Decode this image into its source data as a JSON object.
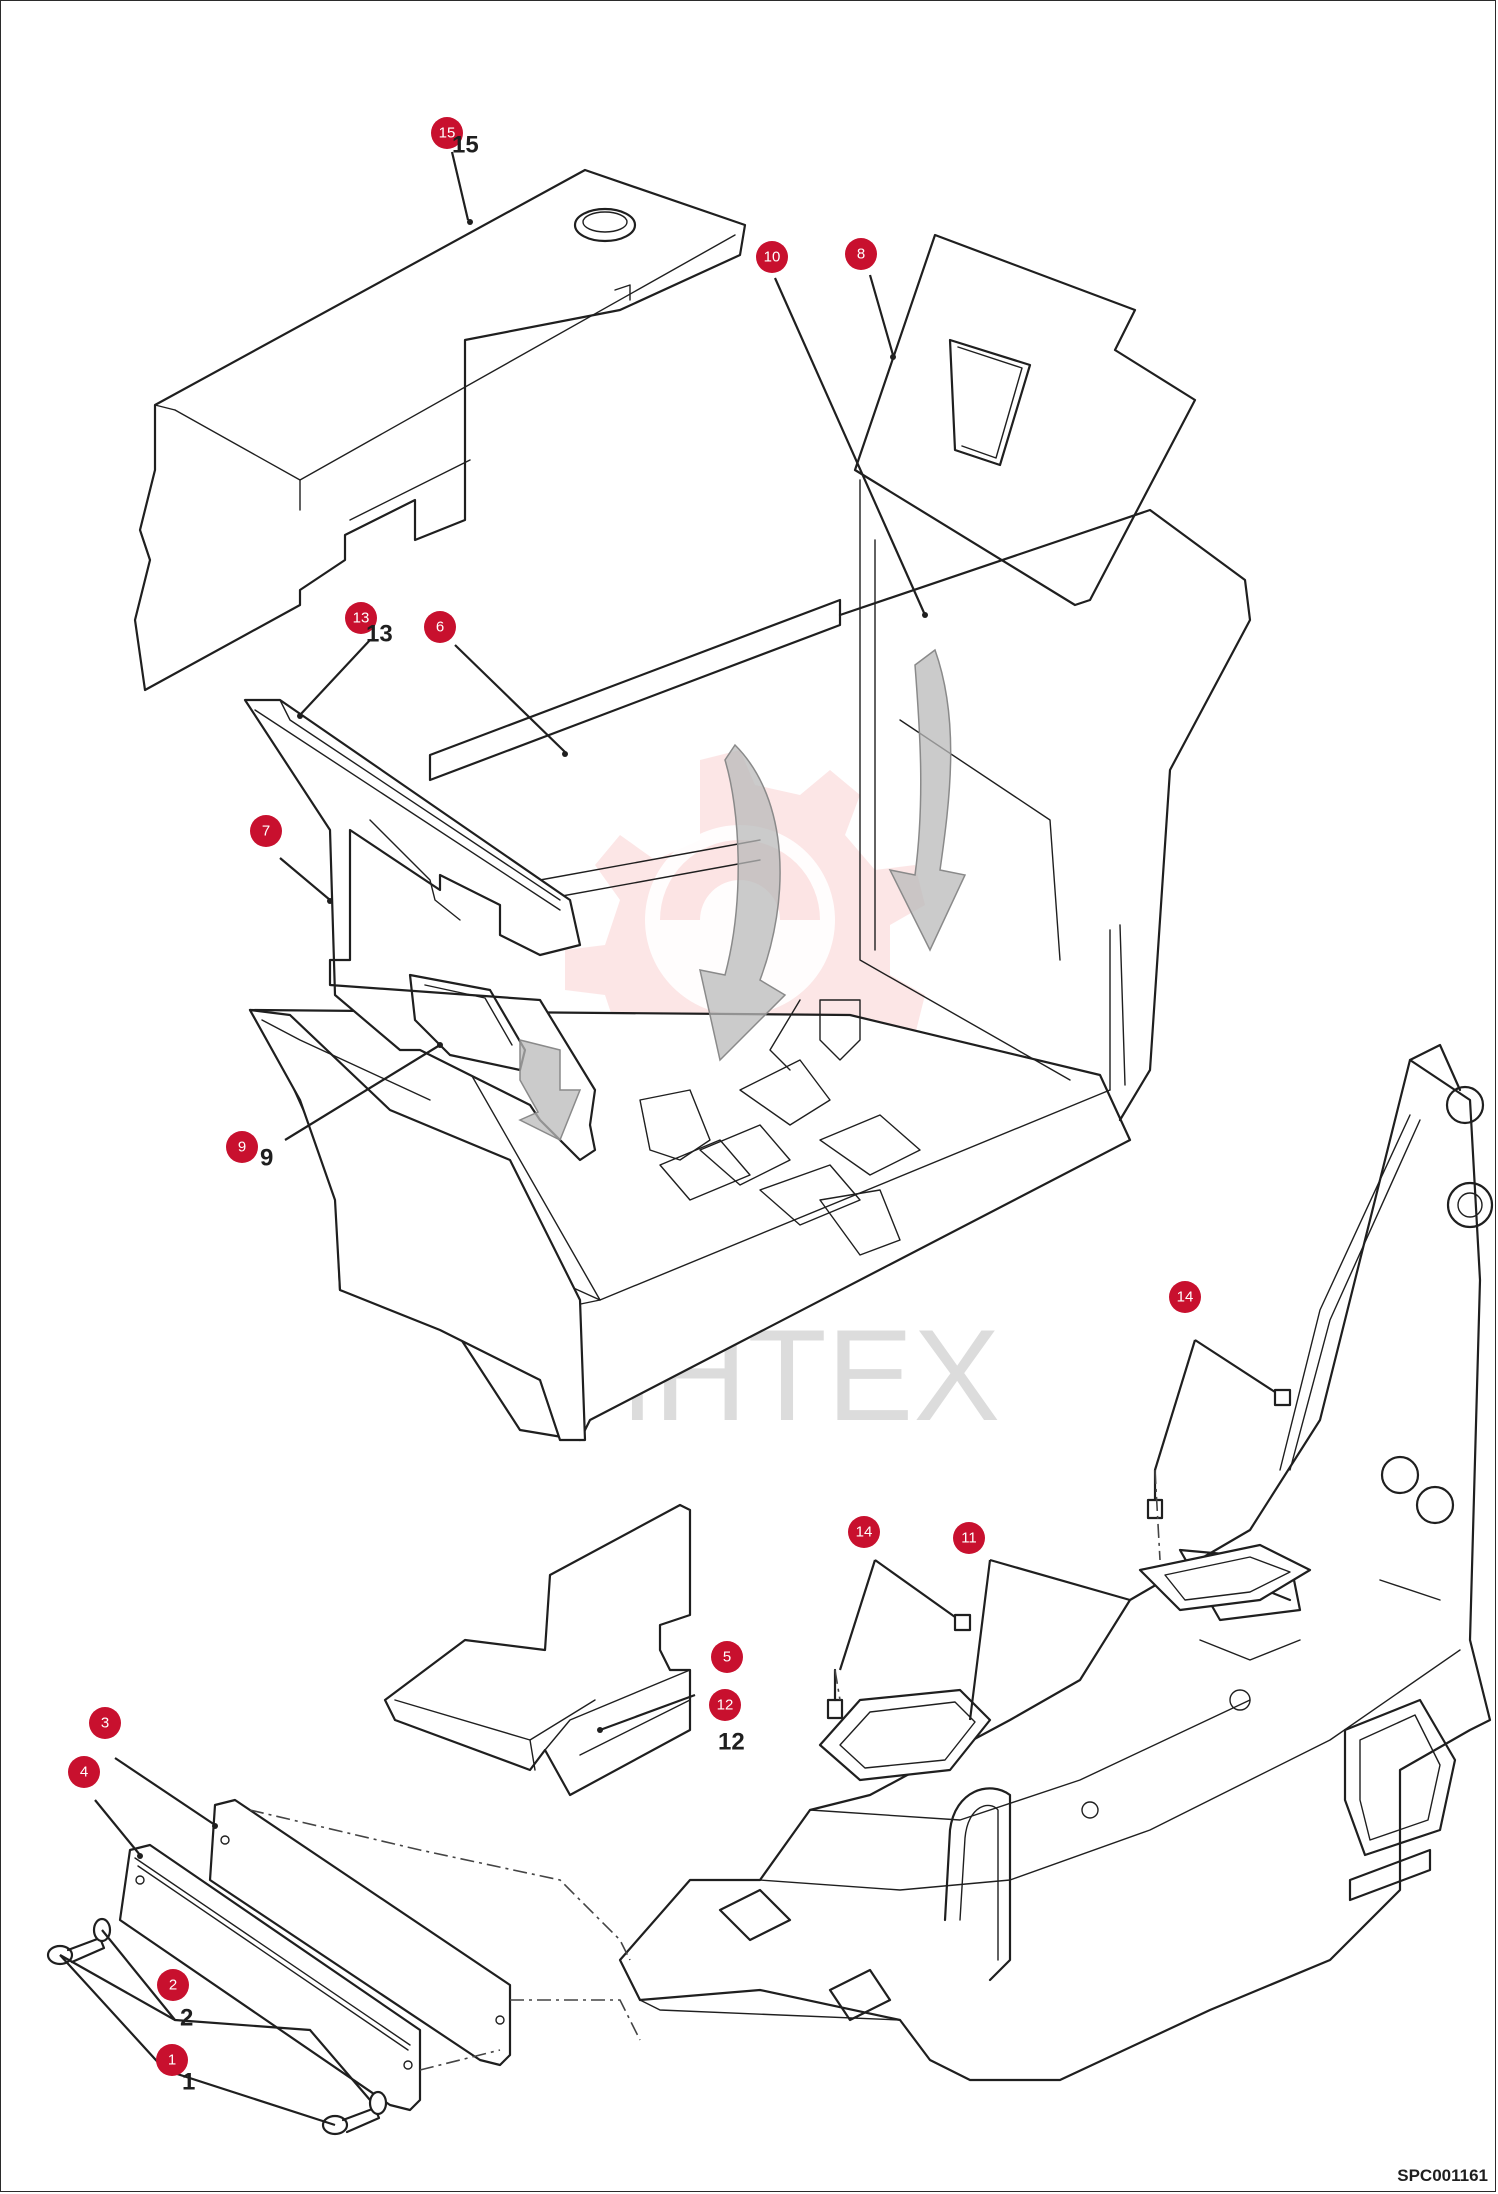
{
  "document": {
    "code": "SPC001161",
    "watermark": "ИНТЕХ"
  },
  "colors": {
    "callout": "#c8102e",
    "line": "#1f1f1f",
    "watermark_gear": "#e8413a",
    "arrow": "#b9b9b9"
  },
  "callouts": [
    {
      "id": "15",
      "tail": "15"
    },
    {
      "id": "10",
      "tail": ""
    },
    {
      "id": "8",
      "tail": ""
    },
    {
      "id": "13",
      "tail": "13"
    },
    {
      "id": "6",
      "tail": ""
    },
    {
      "id": "7",
      "tail": ""
    },
    {
      "id": "9",
      "tail": "9"
    },
    {
      "id": "14a",
      "label": "14",
      "tail": ""
    },
    {
      "id": "14b",
      "label": "14",
      "tail": ""
    },
    {
      "id": "11",
      "tail": ""
    },
    {
      "id": "5",
      "tail": ""
    },
    {
      "id": "12",
      "tail": "12"
    },
    {
      "id": "3",
      "tail": ""
    },
    {
      "id": "4",
      "tail": ""
    },
    {
      "id": "2",
      "tail": "2"
    },
    {
      "id": "1",
      "tail": "1"
    }
  ]
}
